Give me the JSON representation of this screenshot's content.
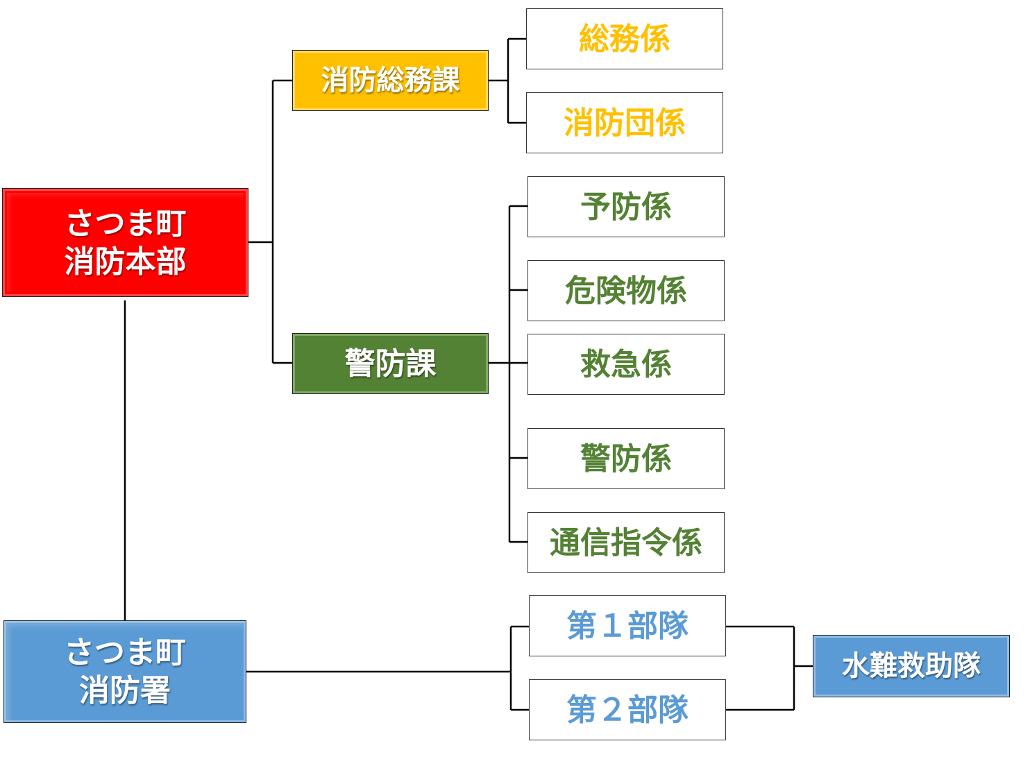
{
  "headquarters": {
    "line1": "さつま町",
    "line2": "消防本部",
    "color": "#ff0000"
  },
  "station": {
    "line1": "さつま町",
    "line2": "消防署",
    "color": "#5b9bd5"
  },
  "divisions": {
    "general_affairs": {
      "label": "消防総務課",
      "color": "#ffc000",
      "units": [
        "総務係",
        "消防団係"
      ]
    },
    "fire_prevention": {
      "label": "警防課",
      "color": "#548235",
      "units": [
        "予防係",
        "危険物係",
        "救急係",
        "警防係",
        "通信指令係"
      ]
    }
  },
  "station_units": {
    "companies": [
      "第１部隊",
      "第２部隊"
    ],
    "rescue": "水難救助隊"
  }
}
